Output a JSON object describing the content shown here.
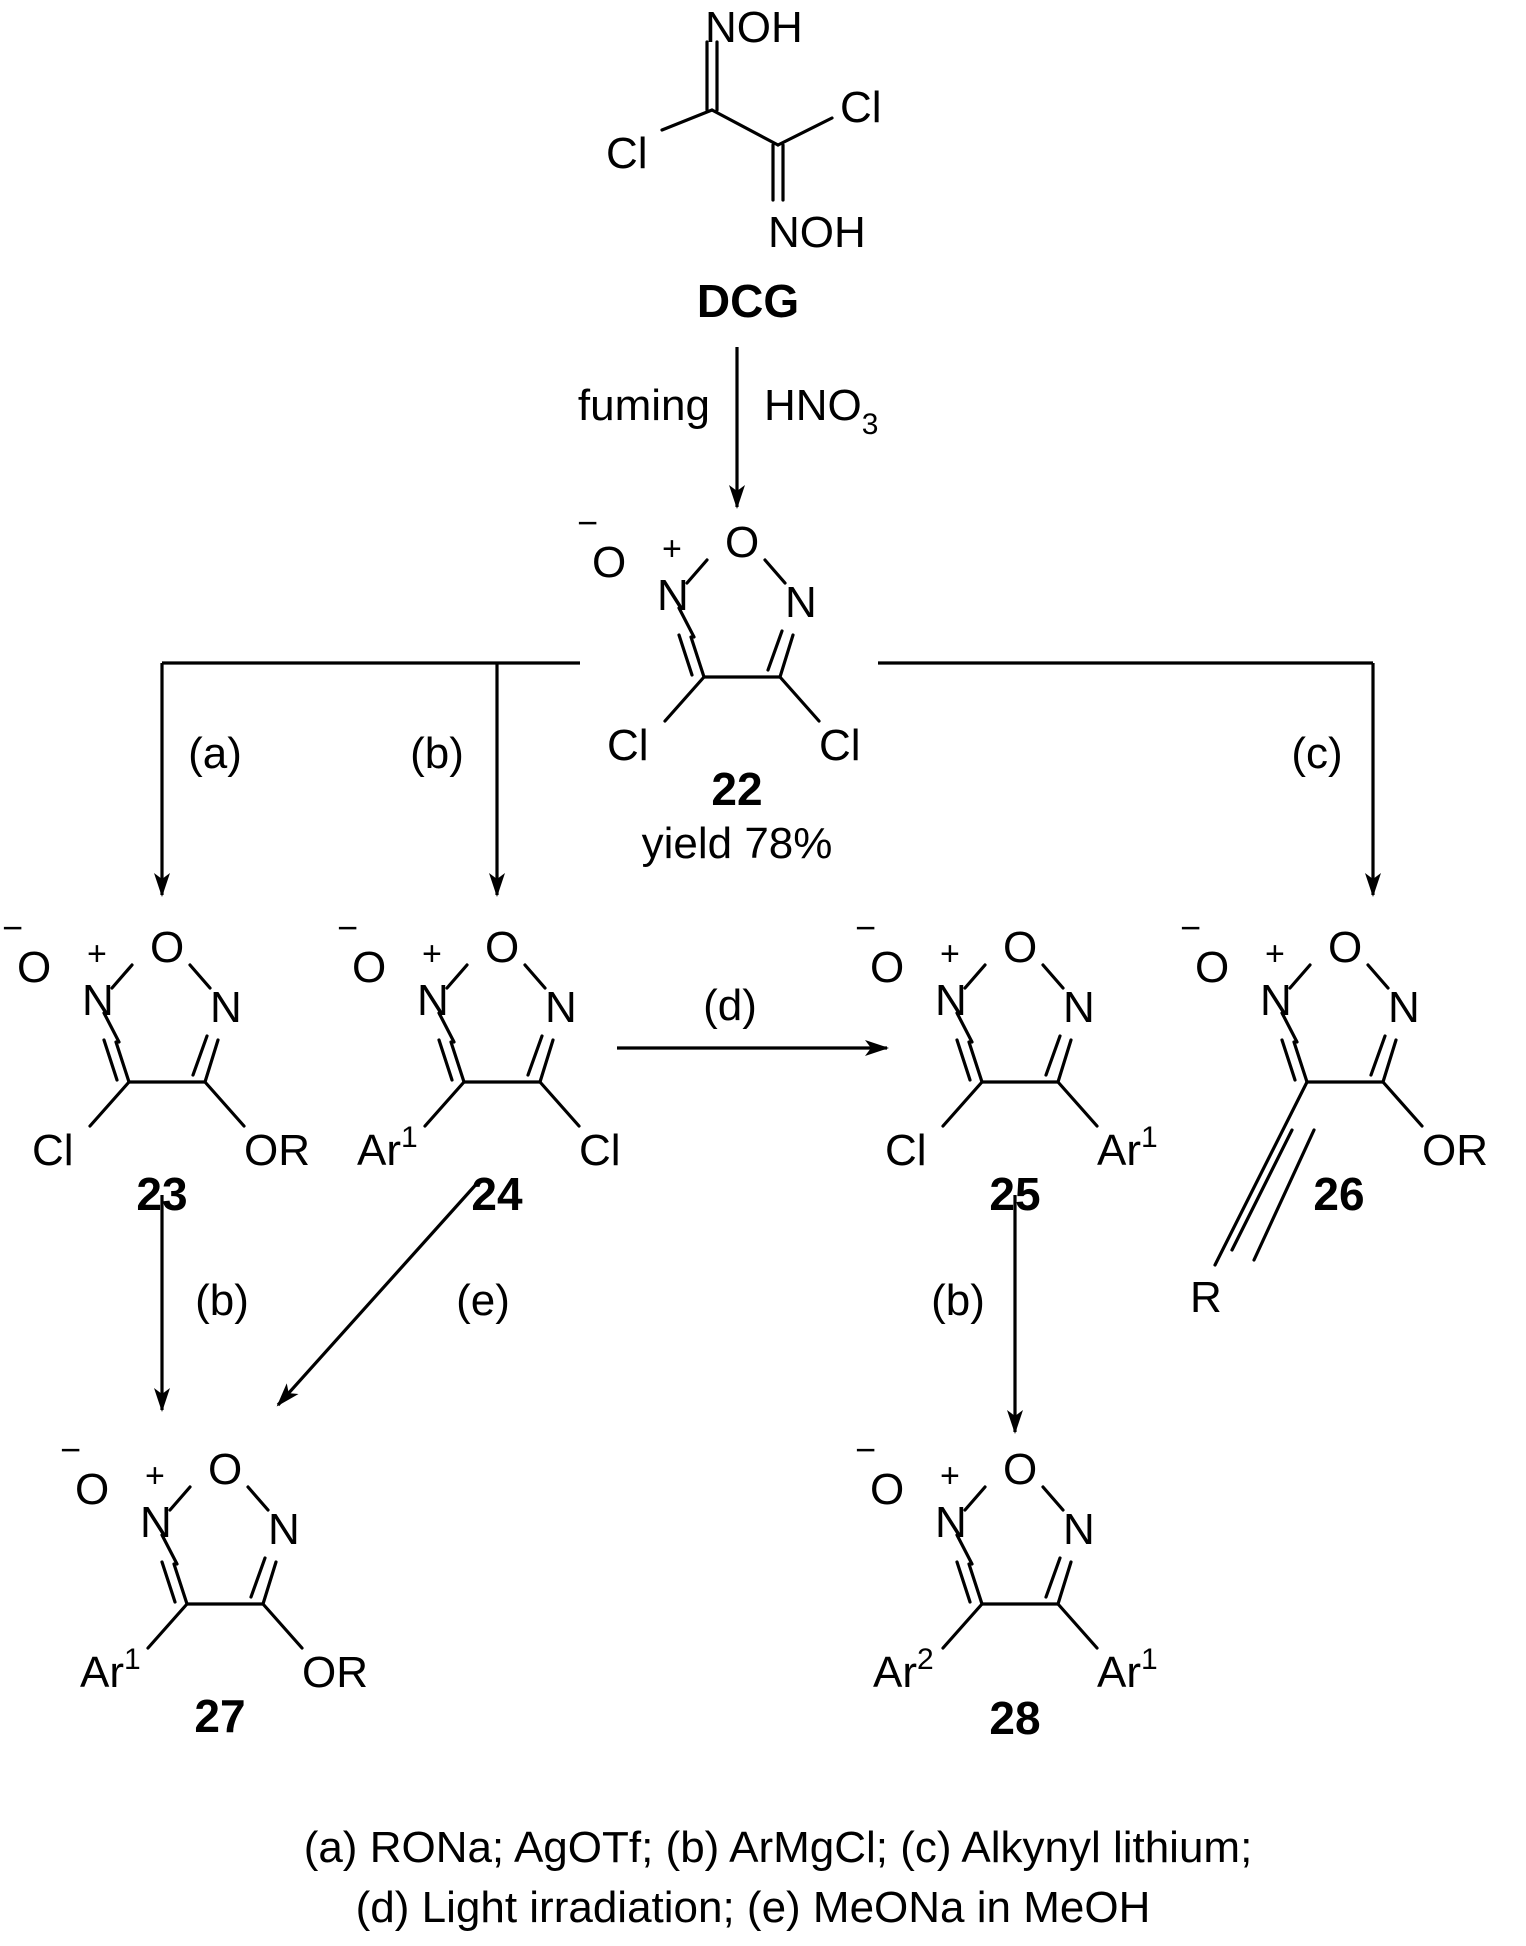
{
  "dcg": {
    "top_group": "NOH",
    "bottom_group": "NOH",
    "left_cl": "Cl",
    "right_cl": "Cl",
    "label": "DCG"
  },
  "step1": {
    "left": "fuming",
    "right": "HNO",
    "right_sub": "3"
  },
  "ring_atoms": {
    "o_minus": "O",
    "n_plus": "N",
    "o_ring": "O",
    "n_ring": "N",
    "minus": "−",
    "plus": "+"
  },
  "c22": {
    "sub_left": "Cl",
    "sub_right": "Cl",
    "label": "22",
    "yield": "yield 78%"
  },
  "c23": {
    "sub_left": "Cl",
    "sub_right": "OR",
    "label": "23"
  },
  "c24": {
    "sub_left": "Ar",
    "sub_left_sup": "1",
    "sub_right": "Cl",
    "label": "24"
  },
  "c25": {
    "sub_left": "Cl",
    "sub_right": "Ar",
    "sub_right_sup": "1",
    "label": "25"
  },
  "c26": {
    "alkyne_r": "R",
    "sub_right": "OR",
    "label": "26"
  },
  "c27": {
    "sub_left": "Ar",
    "sub_left_sup": "1",
    "sub_right": "OR",
    "label": "27"
  },
  "c28": {
    "sub_left": "Ar",
    "sub_left_sup": "2",
    "sub_right": "Ar",
    "sub_right_sup": "1",
    "label": "28"
  },
  "conditions": {
    "a": "(a)",
    "b": "(b)",
    "c": "(c)",
    "d": "(d)",
    "e": "(e)"
  },
  "footnote": {
    "line1": "(a) RONa; AgOTf; (b) ArMgCl; (c) Alkynyl lithium;",
    "line2": "(d) Light irradiation; (e) MeONa in MeOH"
  }
}
